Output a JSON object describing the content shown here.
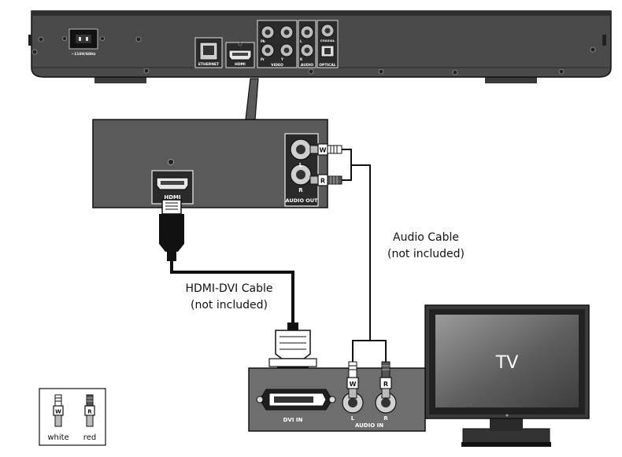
{
  "player": {
    "power_label": "~110V/60Hz",
    "port_labels": {
      "ethernet": "ETHERNET",
      "hdmi": "HDMI",
      "video": "VIDEO",
      "audio": "AUDIO",
      "optical": "OPTICAL",
      "coaxial": "COAXIAL",
      "pb": "Pb",
      "pr": "Pr",
      "y": "Y",
      "l": "L",
      "r": "R"
    }
  },
  "zoom_panel": {
    "hdmi_label": "HDMI",
    "audio_out_label": "AUDIO OUT",
    "l_label": "L",
    "r_label": "R",
    "plug_l": "W",
    "plug_r": "R"
  },
  "cables": {
    "audio_line1": "Audio Cable",
    "audio_line2": "(not included)",
    "hdmi_line1": "HDMI-DVI Cable",
    "hdmi_line2": "(not included)"
  },
  "tv_panel": {
    "dvi_in_label": "DVI IN",
    "audio_in_label": "AUDIO IN",
    "l_label": "L",
    "r_label": "R",
    "plug_l": "W",
    "plug_r": "R"
  },
  "tv": {
    "screen_text": "TV"
  },
  "legend": {
    "white_label": "white",
    "red_label": "red",
    "plug_w": "W",
    "plug_r": "R"
  }
}
